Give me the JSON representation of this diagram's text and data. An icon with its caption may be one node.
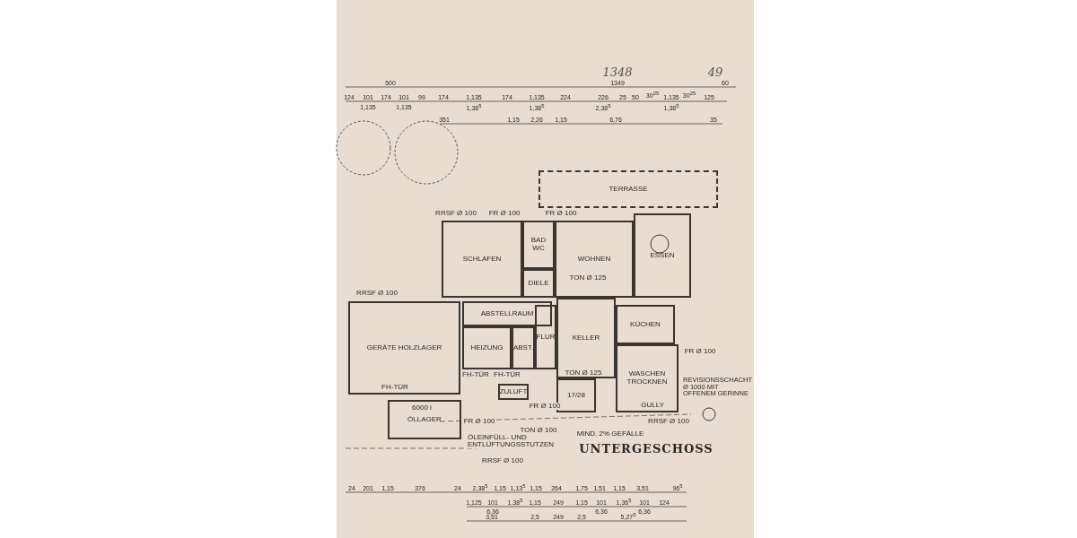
{
  "diagram": {
    "nodes": [
      {
        "text": [
          "TERRASSE"
        ]
      },
      {
        "text": [
          "SCHLAFEN"
        ]
      },
      {
        "text": [
          "BAD WC"
        ]
      },
      {
        "text": [
          "DIELE"
        ]
      },
      {
        "text": [
          "WOHNEN"
        ]
      },
      {
        "text": [
          "ESSEN"
        ]
      },
      {
        "text": [
          "GERÄTE HOLZLAGER"
        ]
      },
      {
        "text": [
          "ÖLLAGER"
        ]
      },
      {
        "text": [
          "ABSTELLRAUM"
        ]
      },
      {
        "text": [
          "HEIZUNG"
        ]
      },
      {
        "text": [
          "ABST."
        ]
      },
      {
        "text": [
          "FLUR"
        ]
      },
      {
        "text": [
          "KELLER"
        ]
      },
      {
        "text": [
          "KÜCHEN"
        ]
      },
      {
        "text": [
          "WASCHEN TROCKNEN"
        ]
      },
      {
        "text": [
          "17/28"
        ]
      },
      {
        "text": [
          "ZULUFT"
        ]
      }
    ],
    "labels": [
      "1348",
      "49",
      "500",
      "1349",
      "60",
      "124",
      "101",
      "174",
      "101",
      "99",
      "174",
      "1,135",
      "174",
      "1,135",
      "224",
      "226",
      "25",
      "50",
      "30$^{25}$",
      "1,135",
      "30$^{25}$",
      "125",
      "1,135",
      "1,135",
      "1,38$^{5}$",
      "1,38$^{5}$",
      "2,38$^{5}$",
      "1,38$^{5}$",
      "351",
      "1,15",
      "2,26",
      "1,15",
      "6,76",
      "35",
      "RRSF Ø 100",
      "FR Ø 100",
      "FR Ø 100",
      "TON Ø 125",
      "RRSF Ø 100",
      "FH-TÜR",
      "FH-TÜR",
      "FH-TÜR",
      "FR Ø 100",
      "6000 l",
      "FR Ø 100",
      "ÖLEINFÜLL- UND ENTLÜFTUNGSSTUTZEN",
      "RRSF Ø 100",
      "TON Ø 100",
      "TON Ø 125",
      "GULLY",
      "FR Ø 100",
      "REVISIONSSCHACHT Ø 1000 MIT OFFENEM GERINNE",
      "RRSF Ø 100",
      "MIND. 2% GEFÄLLE",
      "UNTERGESCHOSS",
      "24",
      "201",
      "1,15",
      "376",
      "24",
      "2,38$^{5}$",
      "1,15",
      "1,13$^{5}$",
      "1,15",
      "264",
      "1,75",
      "1,51",
      "1,15",
      "3,51",
      "96$^{5}$",
      "1,125",
      "101",
      "1,38$^{5}$",
      "1,15",
      "249",
      "1,15",
      "101",
      "1,36$^{5}$",
      "101",
      "124",
      "6,36",
      "6,36",
      "6,36",
      "3,51",
      "2,5",
      "249",
      "2,5",
      "5,27$^{5}$"
    ]
  }
}
